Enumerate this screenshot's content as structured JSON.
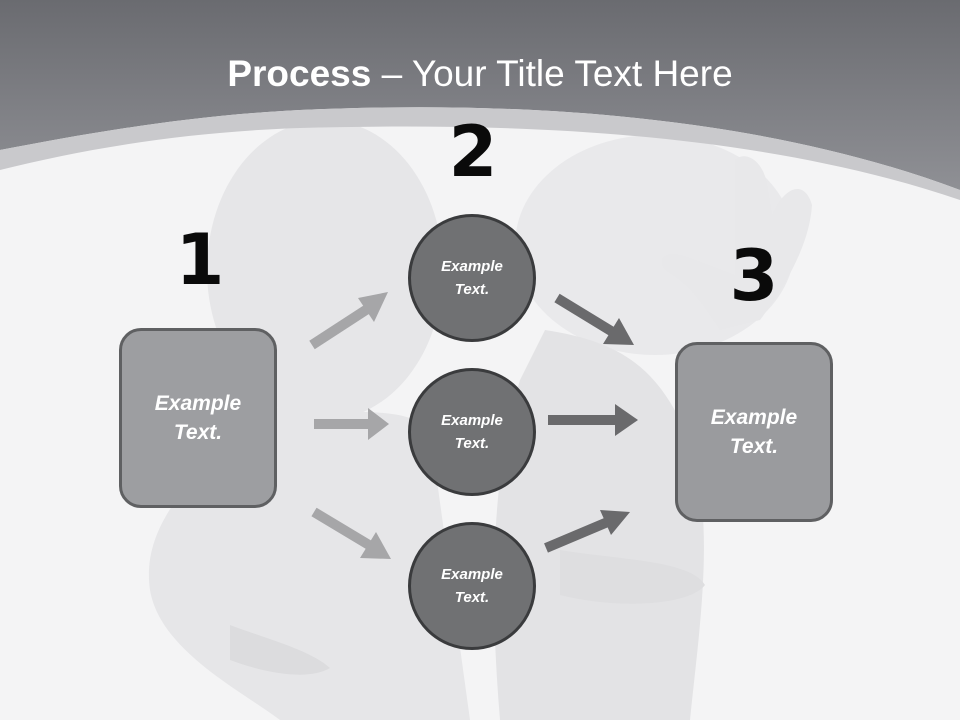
{
  "title": {
    "bold": "Process",
    "rest": " – Your Title Text Here"
  },
  "steps": [
    {
      "number": "1",
      "text": "Example\nText."
    },
    {
      "number": "2",
      "nodes": [
        "Example\nText.",
        "Example\nText.",
        "Example\nText."
      ]
    },
    {
      "number": "3",
      "text": "Example\nText."
    }
  ],
  "colors": {
    "header": "#7d7e82",
    "box_left": "#9d9ea1",
    "box_right": "#9a9b9e",
    "circle": "#707173",
    "arrow_light": "#a6a6a8",
    "arrow_dark": "#6a6a6c"
  },
  "icons": [
    "arrow-icon"
  ]
}
